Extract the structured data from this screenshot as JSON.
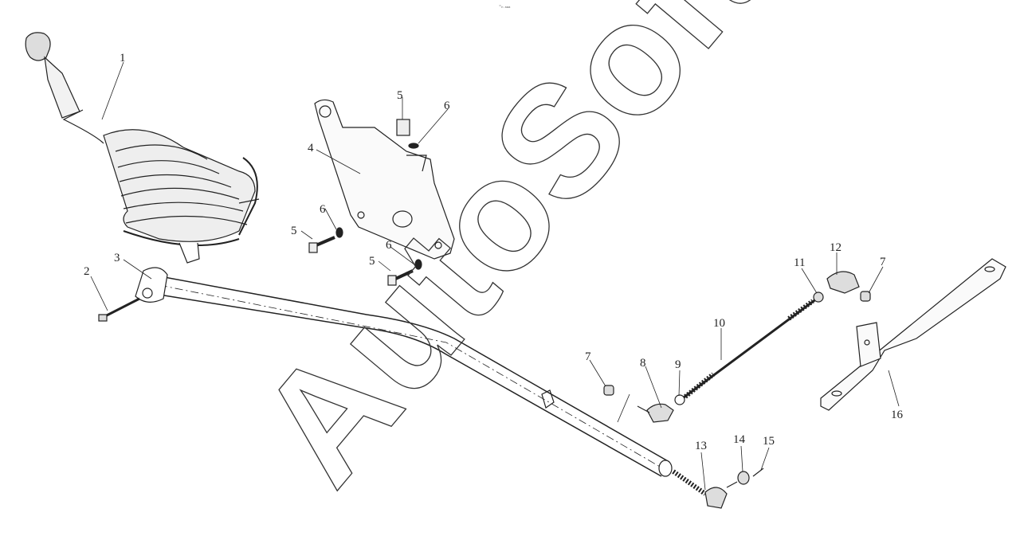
{
  "header_text": "⁼ₙ ₐₐₐ",
  "watermark": "AutoSoft",
  "callouts": [
    "1",
    "2",
    "3",
    "4",
    "5",
    "5",
    "5",
    "6",
    "6",
    "6",
    "7",
    "7",
    "8",
    "9",
    "10",
    "11",
    "12",
    "13",
    "14",
    "15",
    "16"
  ],
  "parts": [
    {
      "id": "1",
      "name": "gear-lever-with-boot"
    },
    {
      "id": "2",
      "name": "bolt"
    },
    {
      "id": "3",
      "name": "shift-rod"
    },
    {
      "id": "4",
      "name": "mounting-bracket"
    },
    {
      "id": "5",
      "name": "bolt"
    },
    {
      "id": "6",
      "name": "washer"
    },
    {
      "id": "7",
      "name": "nut"
    },
    {
      "id": "8",
      "name": "ball-joint"
    },
    {
      "id": "9",
      "name": "nut"
    },
    {
      "id": "10",
      "name": "threaded-link-rod"
    },
    {
      "id": "11",
      "name": "nut"
    },
    {
      "id": "12",
      "name": "ball-joint"
    },
    {
      "id": "13",
      "name": "rod-end"
    },
    {
      "id": "14",
      "name": "bushing"
    },
    {
      "id": "15",
      "name": "cotter-pin"
    },
    {
      "id": "16",
      "name": "support-bracket"
    }
  ]
}
